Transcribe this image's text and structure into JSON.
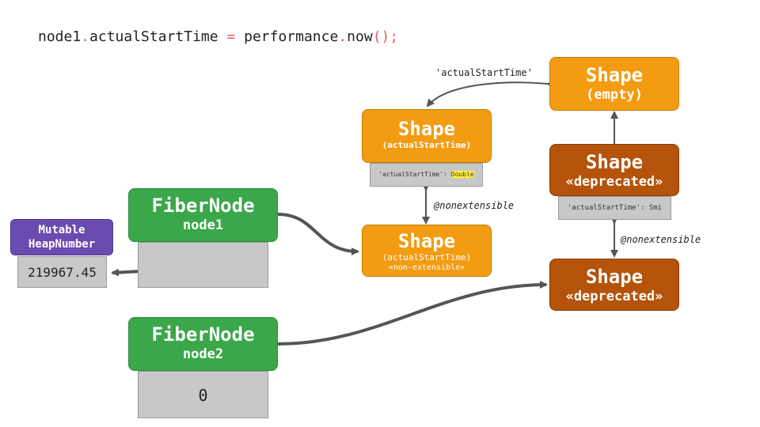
{
  "code": {
    "obj": "node1",
    "dot1": ".",
    "prop": "actualStartTime",
    "eq": " = ",
    "callee": "performance",
    "dot2": ".",
    "method": "now",
    "parens": "()",
    "semi": ";"
  },
  "heap_number": {
    "header": [
      "Mutable",
      "HeapNumber"
    ],
    "value": "219967.45"
  },
  "fiber1": {
    "title": "FiberNode",
    "name": "node1"
  },
  "fiber2": {
    "title": "FiberNode",
    "name": "node2",
    "value": "0"
  },
  "shape_nonext": {
    "title": "Shape",
    "sub": "(actualStartTime)",
    "tag": "«non-extensible»"
  },
  "shape_double": {
    "title": "Shape",
    "sub": "(actualStartTime)",
    "prop_key": "'actualStartTime': ",
    "prop_type": "Double"
  },
  "shape_empty": {
    "title": "Shape",
    "sub": "(empty)"
  },
  "shape_deprecated_top": {
    "title": "Shape",
    "sub": "«deprecated»",
    "prop": "'actualStartTime': Smi"
  },
  "shape_deprecated_bottom": {
    "title": "Shape",
    "sub": "«deprecated»"
  },
  "labels": {
    "transition": "'actualStartTime'",
    "nonext_left": "@nonextensible",
    "nonext_right": "@nonextensible"
  },
  "colors": {
    "green": "#3aa74a",
    "orange": "#f39c12",
    "dark_orange": "#b45309",
    "purple": "#6a4cb0",
    "gray": "#c8c8c8",
    "arrow": "#555555",
    "highlight": "#ffef3a",
    "code_punct": "#e06060"
  }
}
